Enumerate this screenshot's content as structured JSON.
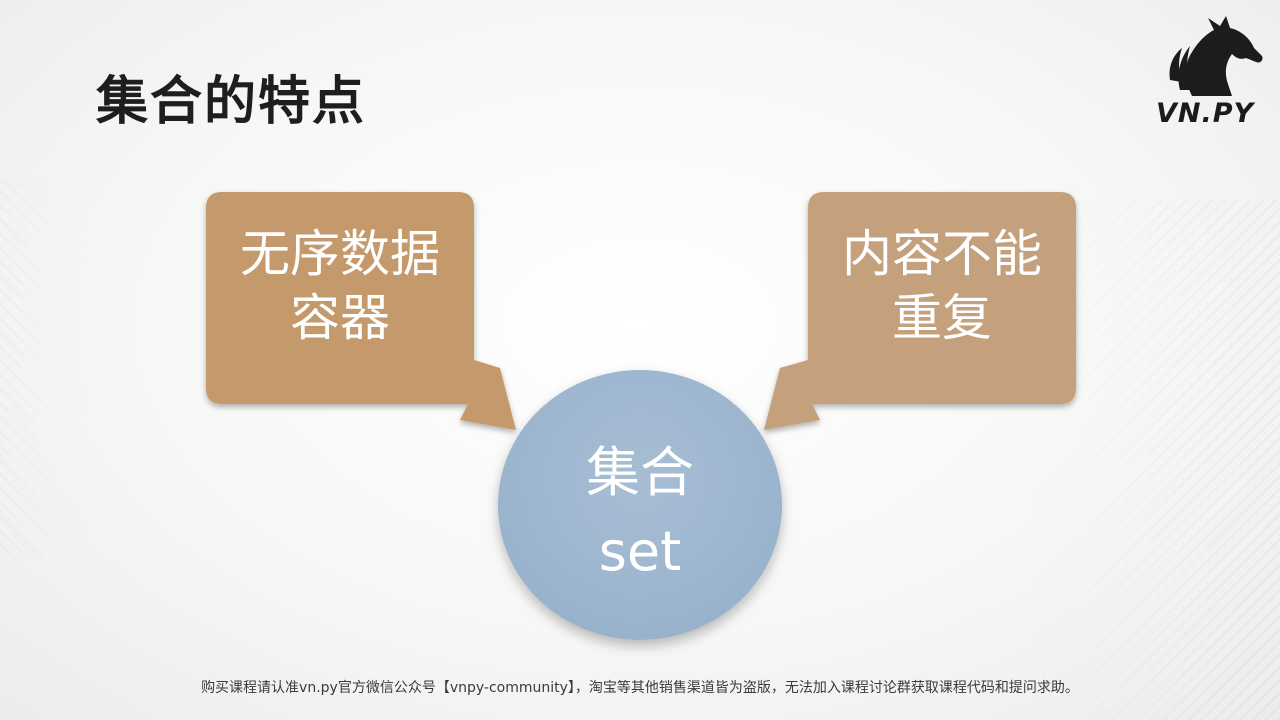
{
  "slide": {
    "title": "集合的特点"
  },
  "logo": {
    "text": "VN.PY",
    "icon": "horse-head-icon"
  },
  "callouts": {
    "left": {
      "line1": "无序数据",
      "line2": "容器",
      "color": "#c49a6c"
    },
    "right": {
      "line1": "内容不能",
      "line2": "重复",
      "color": "#c4a07c"
    }
  },
  "center": {
    "title": "集合",
    "subtitle": "set",
    "color": "#9cb5ce"
  },
  "footer": {
    "notice": "购买课程请认准vn.py官方微信公众号【vnpy-community】，淘宝等其他销售渠道皆为盗版，无法加入课程讨论群获取课程代码和提问求助。"
  }
}
